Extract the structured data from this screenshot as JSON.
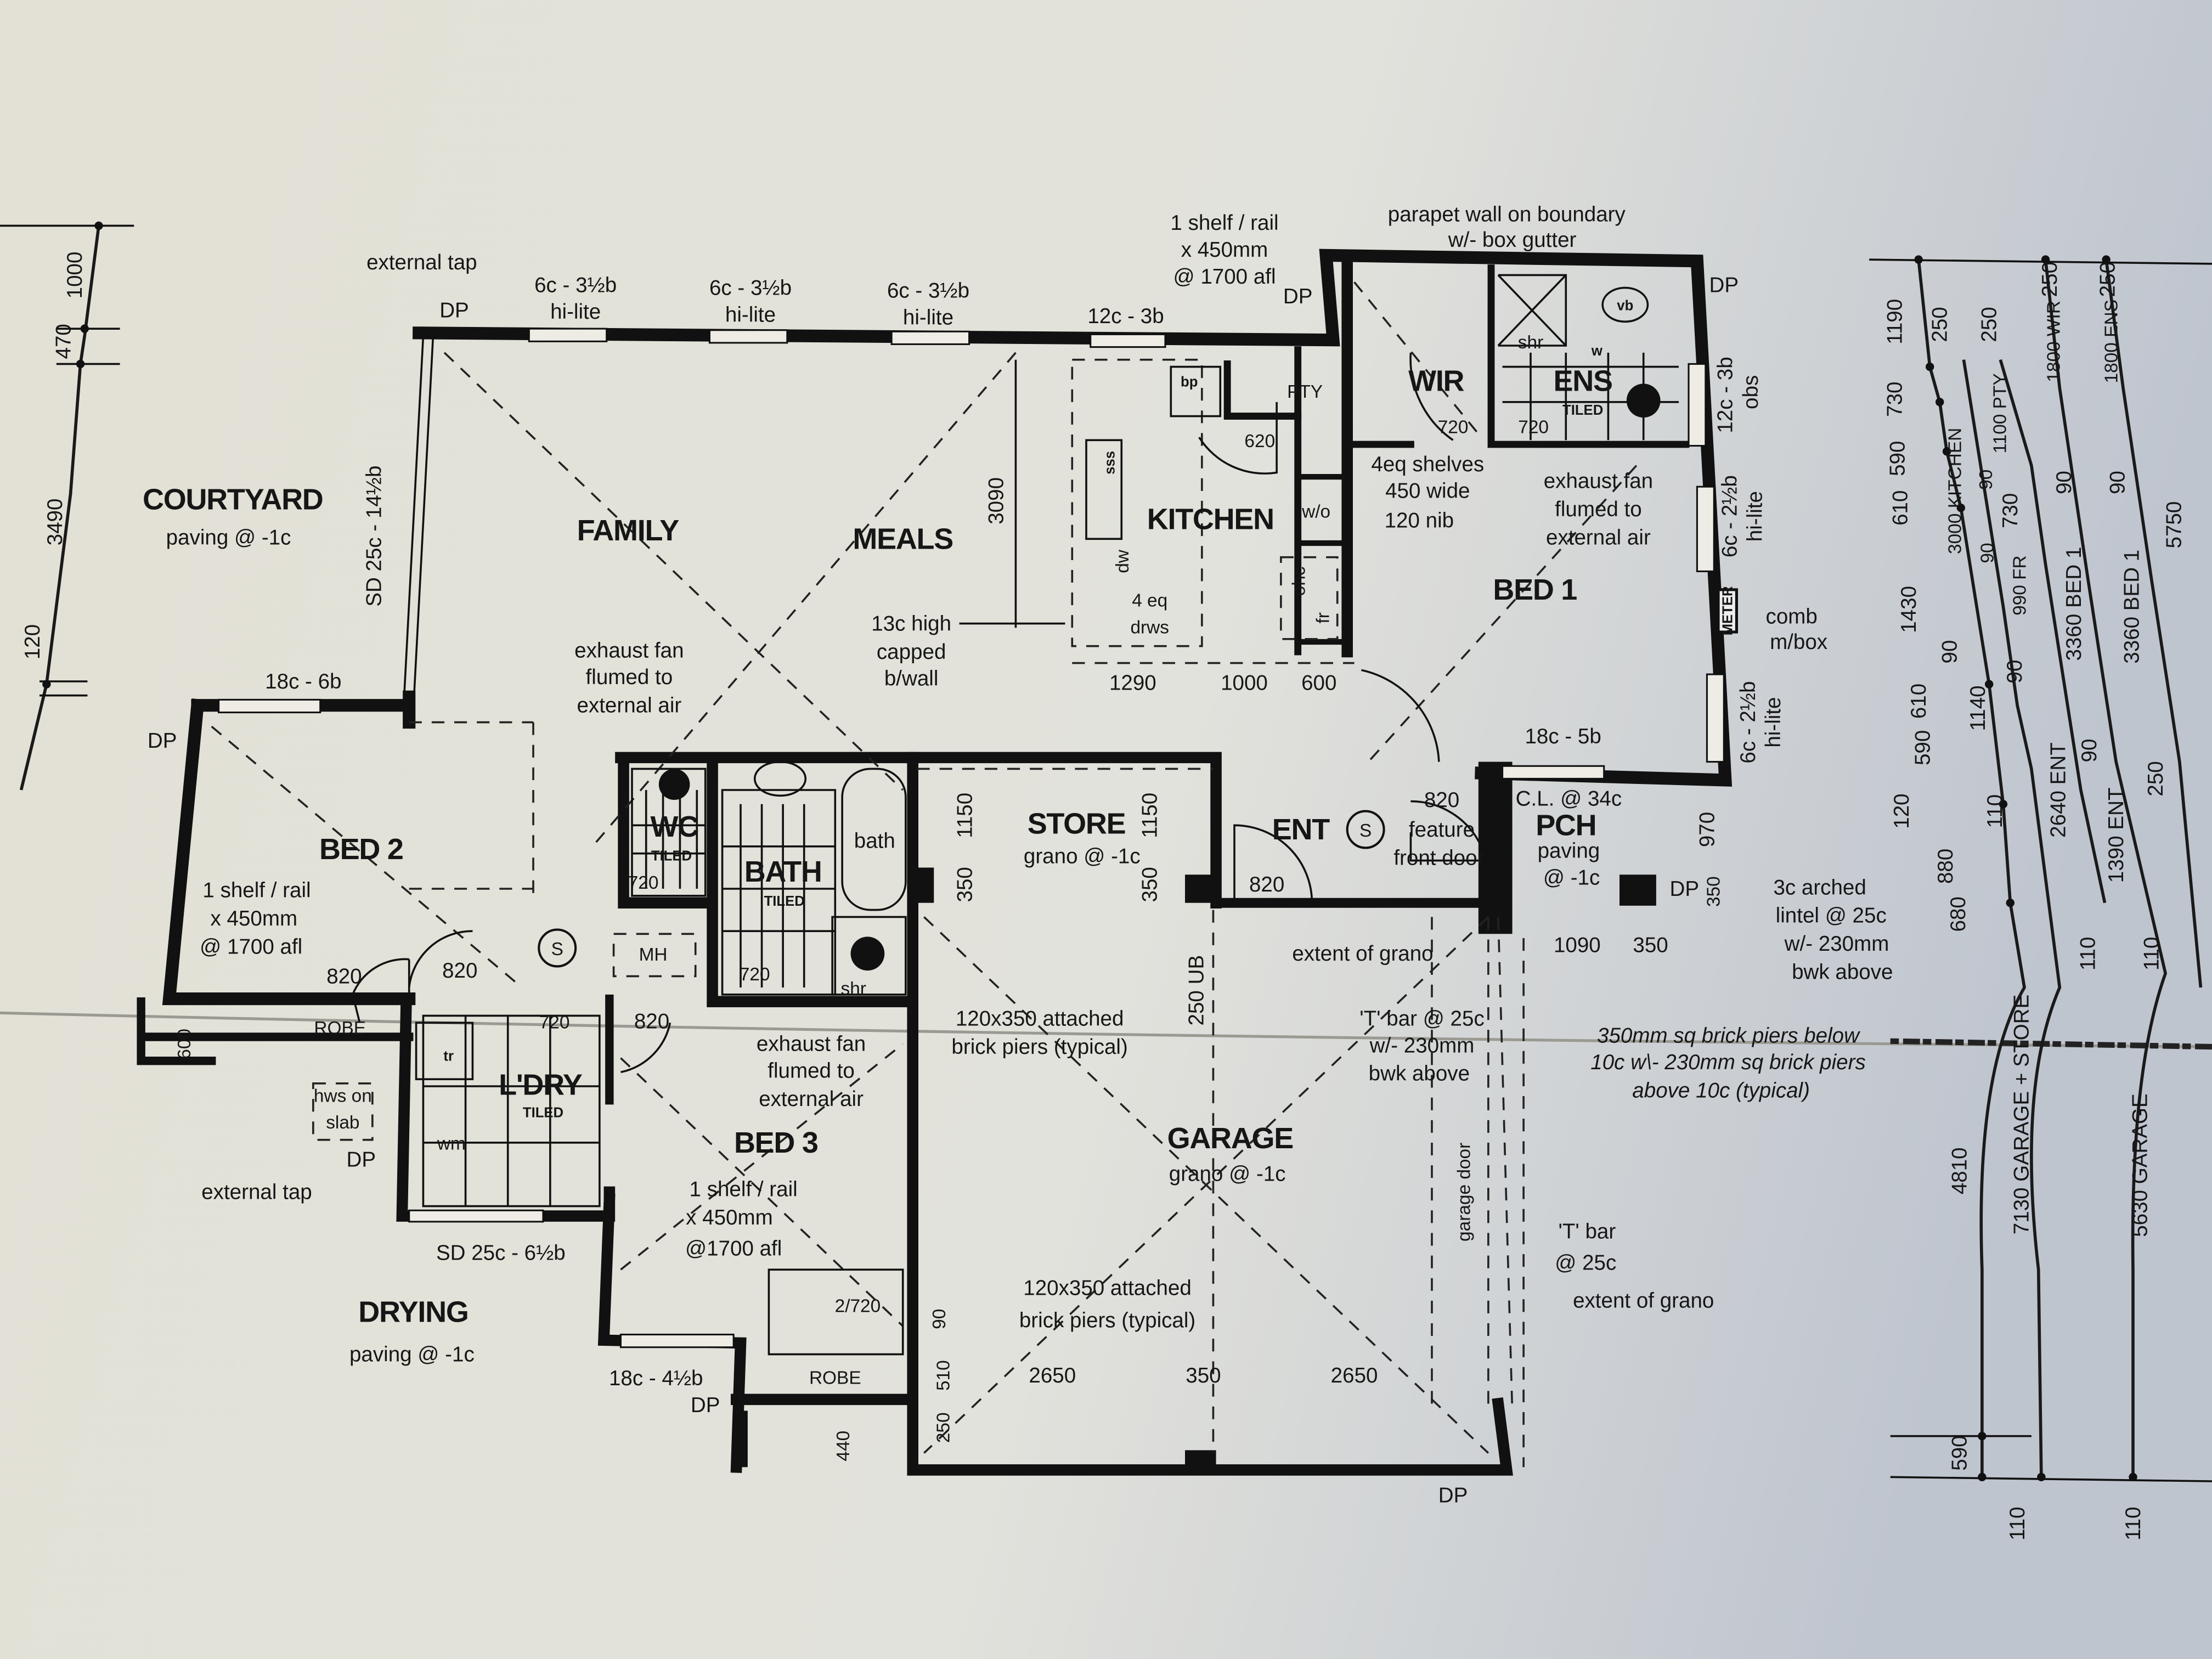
{
  "rooms": {
    "courtyard": {
      "name": "COURTYARD",
      "finish": "paving @ -1c"
    },
    "family": {
      "name": "FAMILY"
    },
    "meals": {
      "name": "MEALS"
    },
    "kitchen": {
      "name": "KITCHEN"
    },
    "wir": {
      "name": "WIR"
    },
    "ens": {
      "name": "ENS",
      "finish": "TILED"
    },
    "bed1": {
      "name": "BED 1"
    },
    "bed2": {
      "name": "BED 2"
    },
    "wc": {
      "name": "WC",
      "finish": "TILED"
    },
    "bath": {
      "name": "BATH",
      "finish": "TILED"
    },
    "store": {
      "name": "STORE",
      "finish": "grano @ -1c"
    },
    "ent": {
      "name": "ENT"
    },
    "pch": {
      "name": "PCH",
      "finish": [
        "paving",
        "@ -1c"
      ]
    },
    "ldry": {
      "name": "L'DRY",
      "finish": "TILED"
    },
    "bed3": {
      "name": "BED 3"
    },
    "garage": {
      "name": "GARAGE",
      "finish": "grano @ -1c"
    },
    "drying": {
      "name": "DRYING",
      "finish": "paving @ -1c"
    }
  },
  "windows": {
    "w1": [
      "6c - 3½b",
      "hi-lite"
    ],
    "w2": [
      "6c - 3½b",
      "hi-lite"
    ],
    "w3": [
      "6c - 3½b",
      "hi-lite"
    ],
    "w4": "12c - 3b",
    "ens": [
      "12c - 3b",
      "obs"
    ],
    "bed1a": [
      "6c - 2½b",
      "hi-lite"
    ],
    "bed1b": [
      "6c - 2½b",
      "hi-lite"
    ],
    "bed1c": "18c - 5b",
    "bed2": "18c - 6b",
    "family_sd": "SD 25c - 14½b",
    "ldry_sd": "SD 25c - 6½b",
    "bed3": "18c - 4½b"
  },
  "notes": {
    "ext_tap_top": "external tap",
    "ext_tap_bottom": "external tap",
    "dp": "DP",
    "shelf_top": [
      "1 shelf / rail",
      "x 450mm",
      "@ 1700 afl"
    ],
    "parapet": [
      "parapet wall on boundary",
      "w/- box gutter"
    ],
    "comb": [
      "comb",
      "m/box"
    ],
    "meter": "METER",
    "pty": "PTY",
    "d620": "620",
    "d720a": "720",
    "d720b": "720",
    "shr": "shr",
    "vb": "vb",
    "w": "w",
    "shelves": [
      "4eq shelves",
      "450 wide",
      "120 nib"
    ],
    "exhaust_ens": [
      "exhaust fan",
      "flumed to",
      "external air"
    ],
    "wo": "w/o",
    "ohc": "ohc",
    "fr": "fr",
    "dw": "dw",
    "drws": [
      "4 eq",
      "drws"
    ],
    "bp": "bp",
    "sss": "sss",
    "d3090": "3090",
    "bwall": [
      "13c high",
      "capped",
      "b/wall"
    ],
    "k1290": "1290",
    "k1000": "1000",
    "k600": "600",
    "exhaust_wc": [
      "exhaust fan",
      "flumed to",
      "external air"
    ],
    "shelf_bed2": [
      "1 shelf / rail",
      "x 450mm",
      "@ 1700 afl"
    ],
    "d820_bed2": "820",
    "d820_hall": "820",
    "smoke": "S",
    "mh": "MH",
    "d720_wc": "720",
    "d720_bath": "720",
    "d720_ldry": "720",
    "d820_bed3": "820",
    "bath": "bath",
    "shr2": "shr",
    "robe1": "ROBE",
    "d600": "600",
    "hws": [
      "hws on",
      "slab"
    ],
    "wm": "wm",
    "tr": "tr",
    "exhaust_bath": [
      "exhaust fan",
      "flumed to",
      "external air"
    ],
    "shelf_bed3": [
      "1 shelf / rail",
      "x 450mm",
      "@1700 afl"
    ],
    "d2720": "2/720",
    "robe2": "ROBE",
    "d440": "440",
    "piers_top": [
      "120x350 attached",
      "brick piers (typical)"
    ],
    "s1150a": "1150",
    "s1150b": "1150",
    "s350a": "350",
    "s350b": "350",
    "ub": "250 UB",
    "d820_ent": "820",
    "feature_door": [
      "feature",
      "front door"
    ],
    "d820_front": "820",
    "cl": "C.L. @ 34c",
    "d970": "970",
    "d350p": "350",
    "arched": [
      "3c arched",
      "lintel @ 25c",
      "w/- 230mm",
      "bwk above"
    ],
    "grano_ext1": "extent of grano",
    "p1090": "1090",
    "p350": "350",
    "tbar1": [
      "'T' bar @ 25c",
      "w/- 230mm",
      "bwk above"
    ],
    "piers_sq": [
      "350mm sq brick piers below",
      "10c w\\- 230mm sq brick piers",
      "above 10c (typical)"
    ],
    "garage_door": "garage door",
    "tbar2": [
      "'T' bar",
      "@ 25c"
    ],
    "grano_ext2": "extent of grano",
    "piers_garage": [
      "120x350 attached",
      "brick piers (typical)"
    ],
    "g90": "90",
    "g510": "510",
    "g250": "250",
    "g2650a": "2650",
    "g350": "350",
    "g2650b": "2650"
  },
  "dims": {
    "left": [
      "1000",
      "470",
      "3490",
      "120"
    ],
    "chain1": [
      "1190",
      "730",
      "590",
      "610",
      "1430",
      "610",
      "590",
      "120",
      "880",
      "680",
      "4810",
      "590",
      "110"
    ],
    "chain2": [
      "250",
      "3000 KITCHEN",
      "90",
      "1140",
      "110",
      "7130 GARAGE + STORE"
    ],
    "chain3": [
      "250",
      "1100 PTY",
      "90",
      "730",
      "90",
      "990 FR",
      "90",
      "2640 ENT",
      "110"
    ],
    "chain4": [
      "250",
      "1800 WIR",
      "90",
      "3360 BED 1",
      "90",
      "1390 ENT",
      "110"
    ],
    "chain5": [
      "250",
      "1800 ENS",
      "90",
      "3360 BED 1",
      "250",
      "5630 GARAGE",
      "110"
    ],
    "overall": "5750"
  },
  "colors": {
    "paper": "#e4e2d8",
    "paper_shadow": "#c3c8d0",
    "ink": "#111111"
  }
}
